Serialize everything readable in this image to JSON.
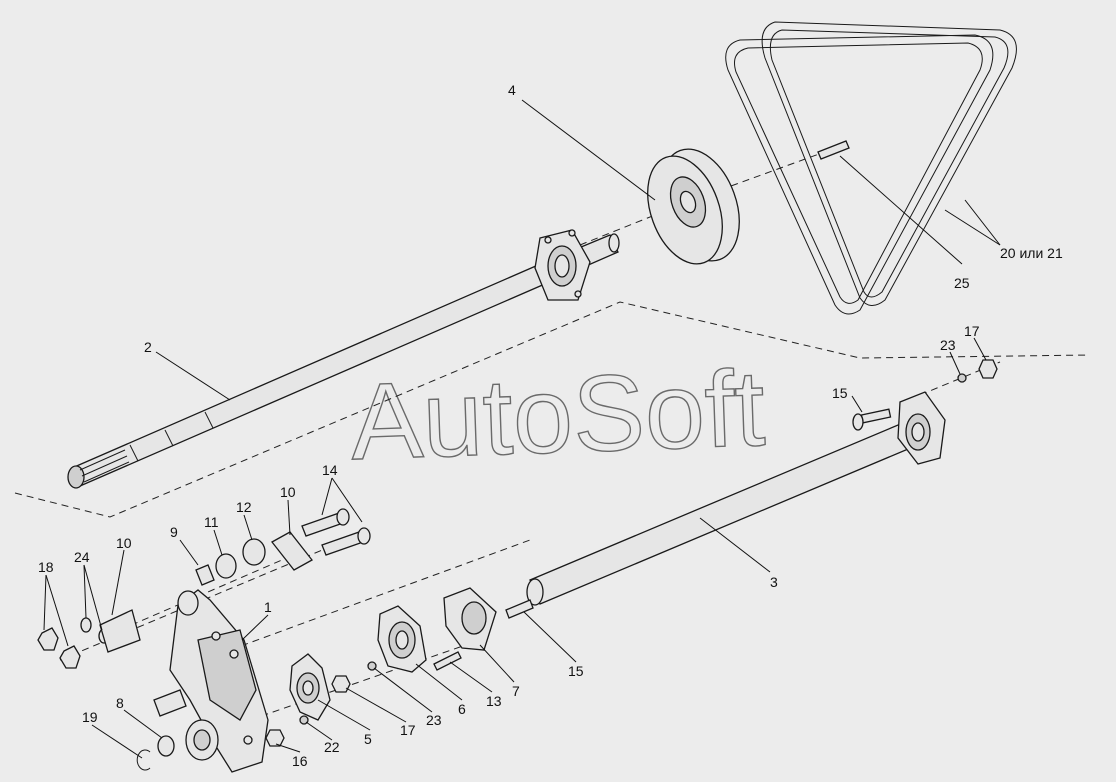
{
  "watermark": "AutoSoft",
  "labels": {
    "p1": "1",
    "p2": "2",
    "p3": "3",
    "p4": "4",
    "p5": "5",
    "p6": "6",
    "p7": "7",
    "p8": "8",
    "p9": "9",
    "p10a": "10",
    "p10b": "10",
    "p11": "11",
    "p12": "12",
    "p13": "13",
    "p14": "14",
    "p15a": "15",
    "p15b": "15",
    "p16": "16",
    "p17a": "17",
    "p17b": "17",
    "p18": "18",
    "p19": "19",
    "p20": "20 или 21",
    "p22": "22",
    "p23a": "23",
    "p23b": "23",
    "p24": "24",
    "p25": "25"
  }
}
